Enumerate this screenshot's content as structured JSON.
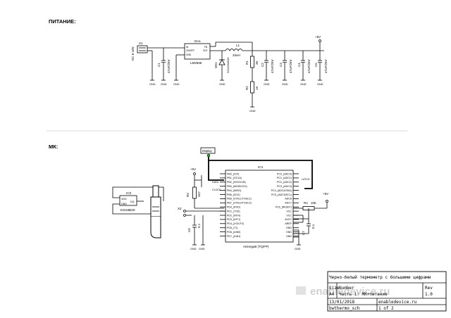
{
  "sections": {
    "power_label": "ПИТАНИЕ:",
    "mcu_label": "МК:"
  },
  "power": {
    "dc_label": "DC 6-18V",
    "x1": "X1",
    "da1": "DA1",
    "da1_part": "LM2596",
    "da1_pins": [
      "IN",
      "ON/OFF",
      "GND",
      "FB",
      "OUT"
    ],
    "l1": "L1",
    "l1_value": "33uH",
    "vd1": "VD1",
    "vd1_part": "SS34/1N5819",
    "c1": "C1",
    "c1_value": "47uF/25V",
    "r1": "R1",
    "r1_value": "3K",
    "r2": "R2",
    "r2_value": "1K",
    "c2": "C2",
    "c3": "C3",
    "c4": "C4",
    "c5": "C5",
    "c_value": "47uF/25V",
    "vplus": "+5V",
    "gnd": "GND"
  },
  "mcu": {
    "display": "Display",
    "ic1": "IC1",
    "ic1_part": "Atmega8 (TQFP)",
    "ic1_left_pins": [
      "PB0_(ICP)",
      "PB1_(OC1A)",
      "PB2_(SS/OC1B)",
      "PB3_(MOSI/OC2)",
      "PB4_(MISO)",
      "PB5_(SCK)",
      "PB6_(XTAL1/TOSC1)",
      "PB7_(XTAL2/TOSC2)",
      "PD0_(RXD)",
      "PD1_(TXD)",
      "PD2_(INT0)",
      "PD3_(INT1)",
      "PD4_(XCK/T0)",
      "PD5_(T1)",
      "PD6_(AIN0)",
      "PD7_(AIN1)"
    ],
    "ic1_right_pins": [
      "PC0_(ADC0)",
      "PC1_(ADC1)",
      "PC2_(ADC2)",
      "PC3_(ADC3)",
      "PC4_(ADC4/SDA)",
      "PC5_(ADC5/SCL)",
      "ADC6",
      "ADC7",
      "PC6_(RESET)",
      "VCC",
      "VCC",
      "AVCC",
      "AREF",
      "GND",
      "GND",
      "GND"
    ],
    "net_data": "DATA",
    "net_latch": "LATCH",
    "net_clock": "CLOCK",
    "ic2": "IC2",
    "ic2_part": "DS18B20",
    "ic2_pins": [
      "VDD",
      "DQ",
      "GND"
    ],
    "r3": "R3",
    "r3_value": "4K7",
    "r4": "R4",
    "r4_value": "10K",
    "c6": "C6",
    "c7": "C7",
    "c_small": "0.1",
    "x2": "X2",
    "vplus": "+5V",
    "gnd": "GND"
  },
  "title_block": {
    "title": "Черно-белый термометр с большими цифрами",
    "size_label": "Size",
    "number_label": "Number",
    "rev_label": "Rev",
    "size_value": "A4",
    "number_value": "Часть 1: МК+питание",
    "rev_value": "1.0",
    "date": "13/01/2018",
    "website": "enabledevice.ru",
    "filename": "bwthermo_sch",
    "sheet": "1 of 2"
  },
  "watermark": "enabledevice.ru"
}
